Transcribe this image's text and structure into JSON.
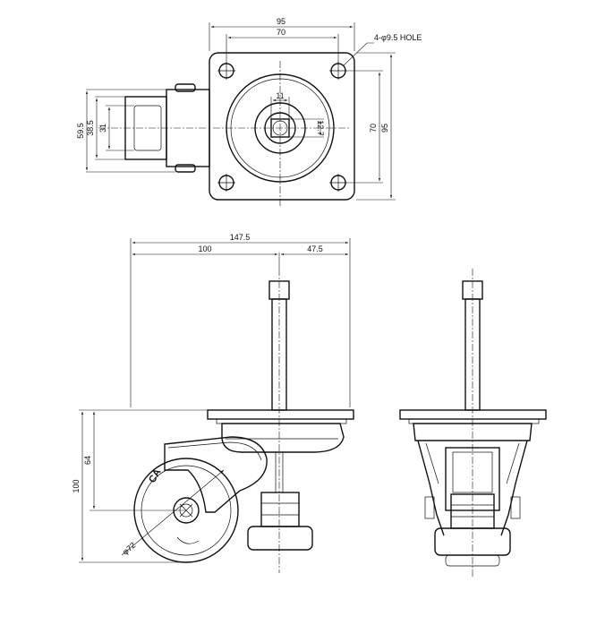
{
  "top_view": {
    "dims": {
      "plate_width": "95",
      "hole_spacing": "70",
      "hole_note": "4-φ9.5 HOLE",
      "hex_size": "11",
      "stem_size": "12.7",
      "side_spacing": "70",
      "side_width": "95"
    },
    "side_dims": {
      "overall": "59.5",
      "inner": "38.5",
      "wheel_width": "31"
    }
  },
  "front_view": {
    "dims": {
      "total_offset": "147.5",
      "offset_left": "100",
      "offset_right": "47.5",
      "height": "64",
      "overall_height": "100",
      "wheel_dia": "φ72"
    },
    "wheel_text": "CA"
  }
}
